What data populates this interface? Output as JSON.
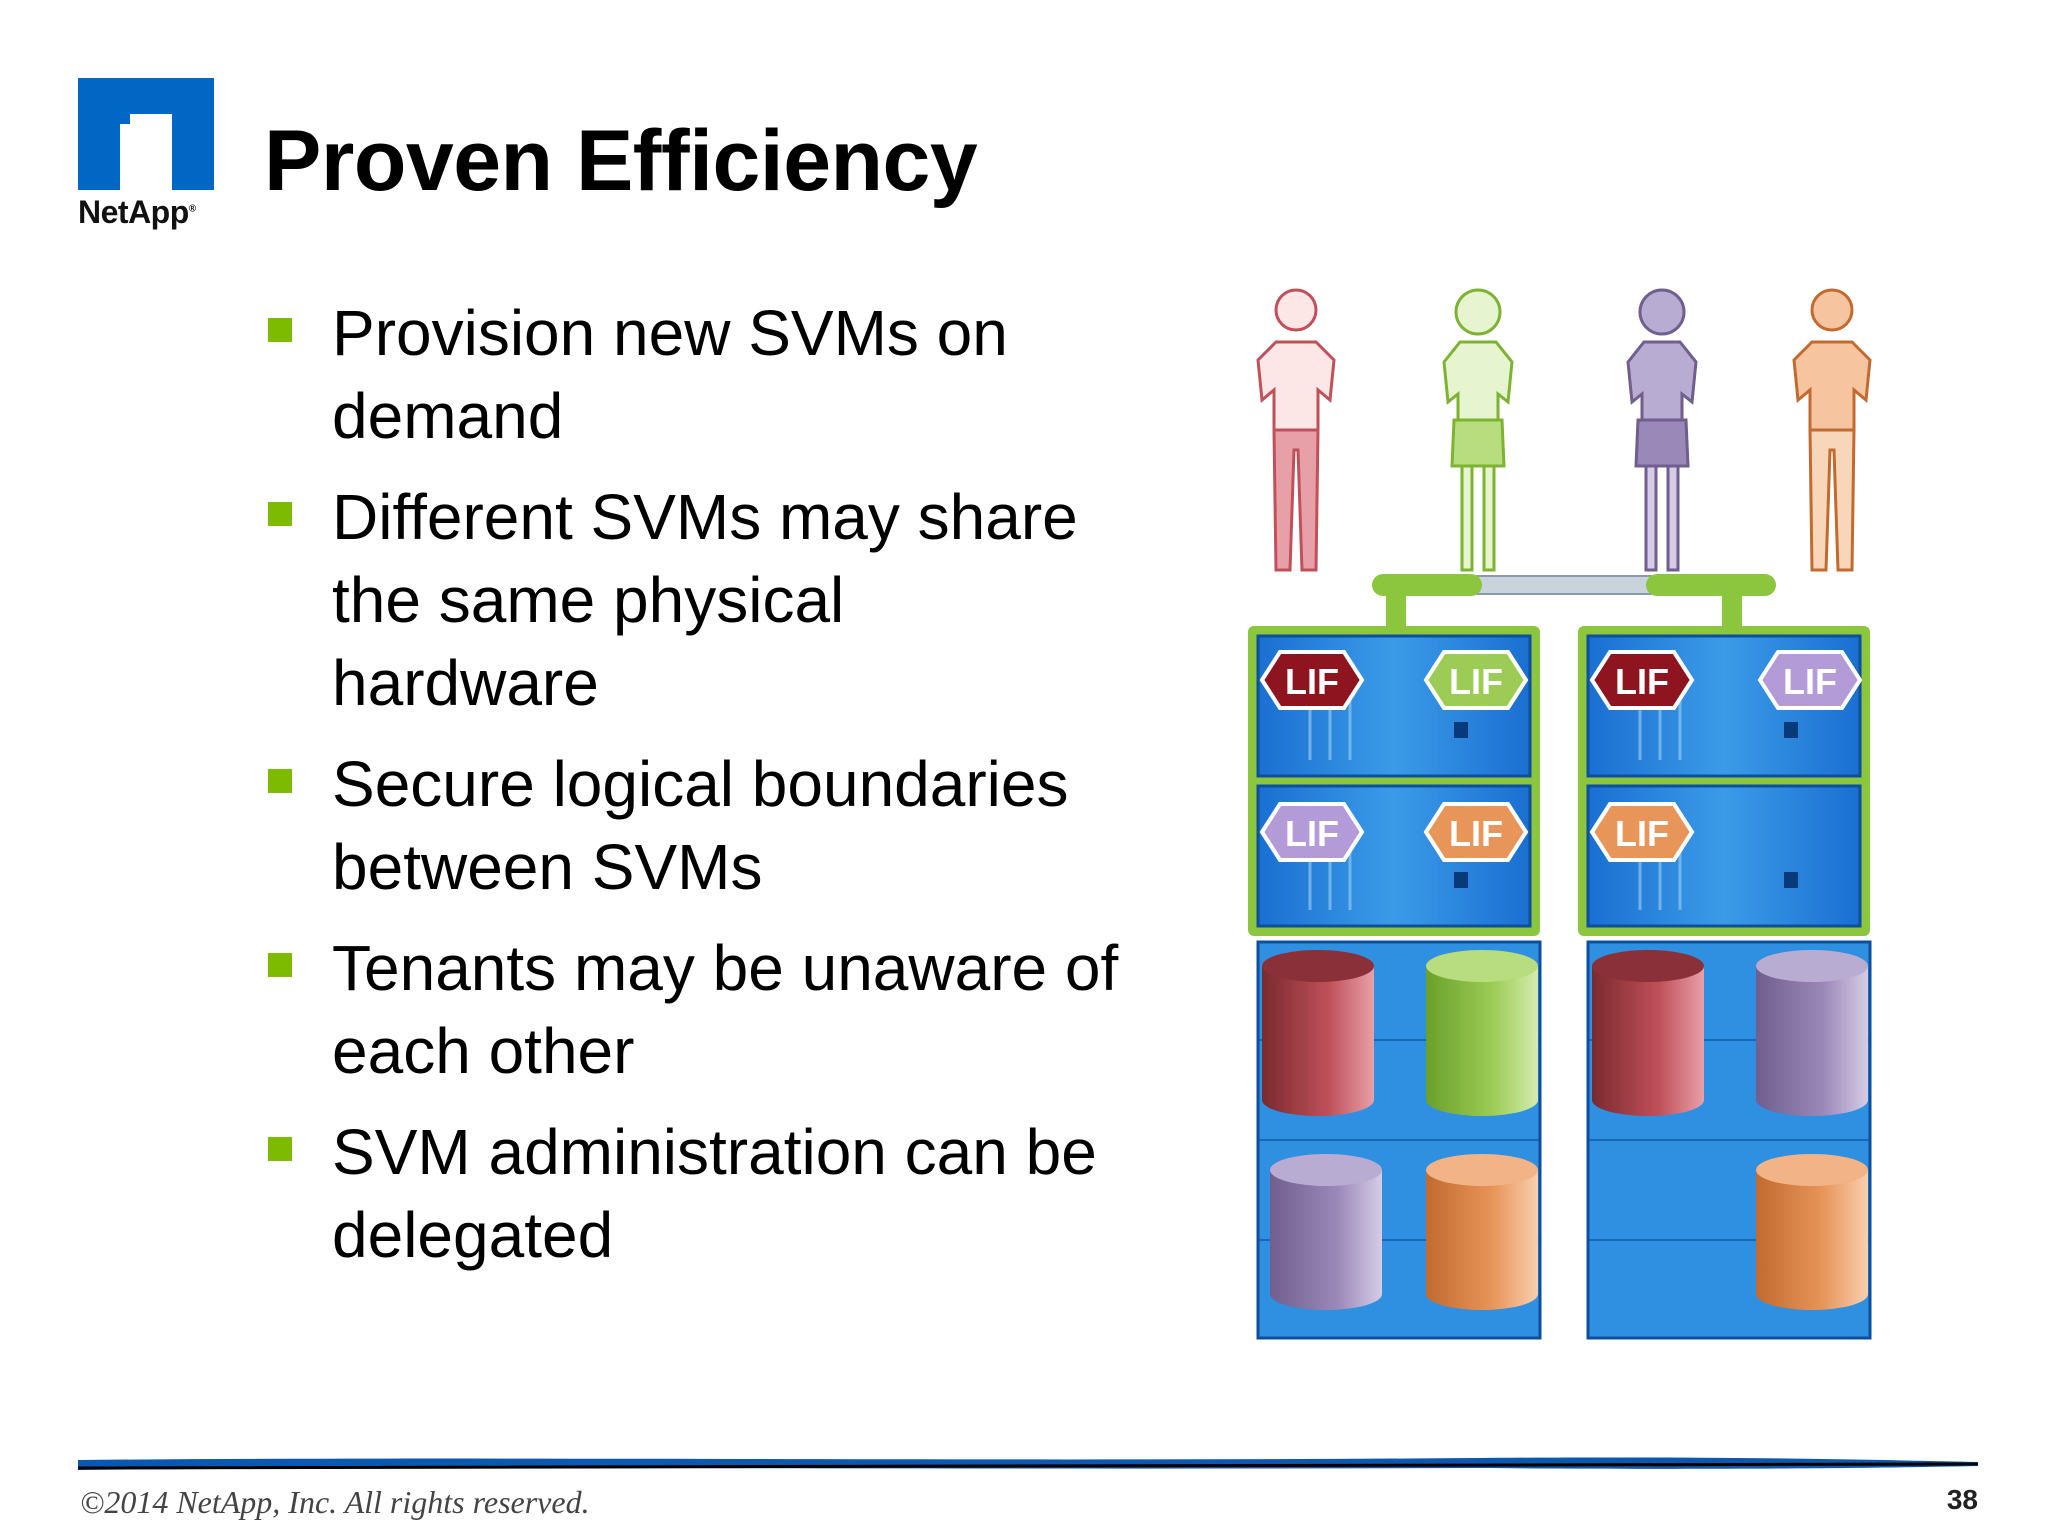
{
  "logo": {
    "wordmark": "NetApp",
    "brand_color": "#0067c5"
  },
  "slide": {
    "title": "Proven Efficiency",
    "bullets": [
      "Provision new SVMs on demand",
      "Different SVMs may share the same physical hardware",
      "Secure logical boundaries between SVMs",
      "Tenants may be unaware of each other",
      "SVM administration can be delegated"
    ],
    "bullet_color": "#7dbb00"
  },
  "diagram": {
    "lif_label": "LIF",
    "tenant_colors": {
      "red": "#c0505a",
      "green": "#9ccc55",
      "purple": "#9a88b8",
      "orange": "#e8955a"
    }
  },
  "footer": {
    "copyright": "©2014 NetApp, Inc. All rights reserved.",
    "page_number": "38"
  }
}
